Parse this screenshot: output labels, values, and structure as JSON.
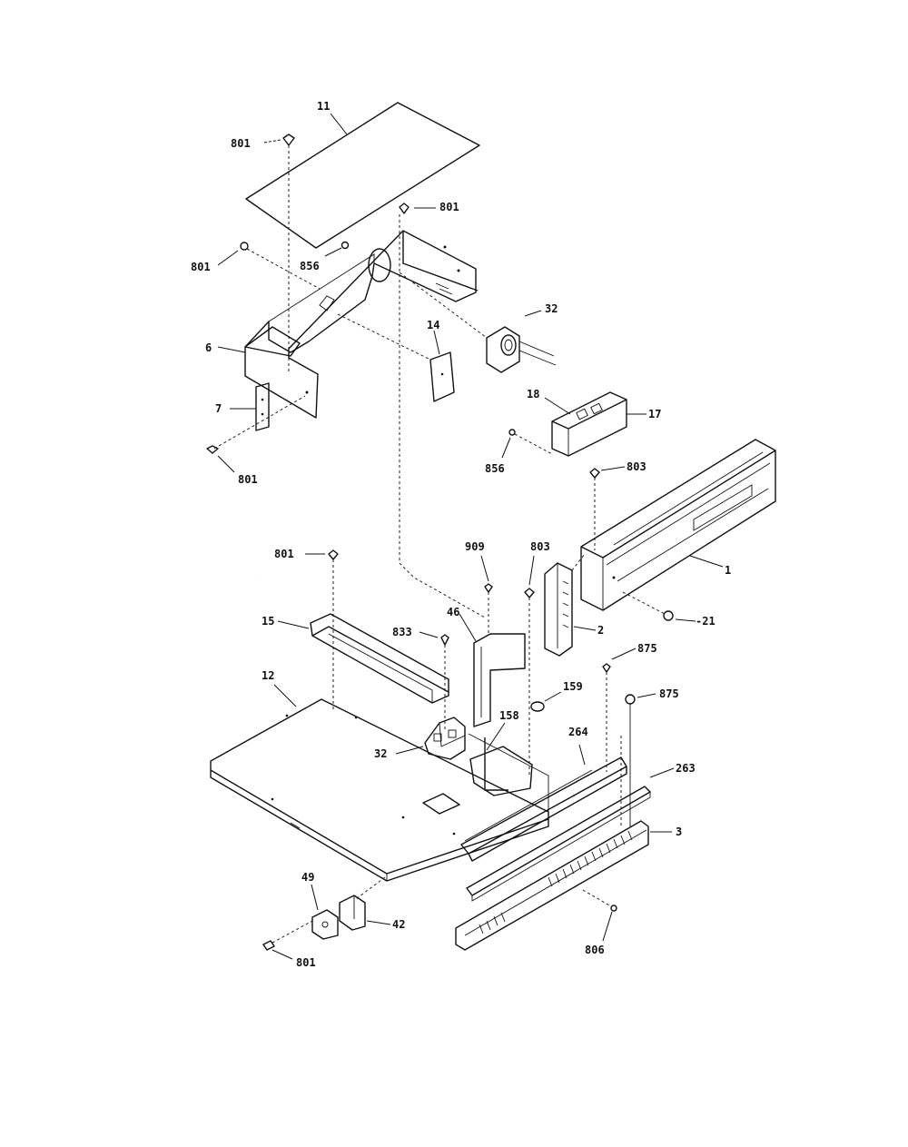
{
  "labels": {
    "l11": "11",
    "l801a": "801",
    "l801b": "801",
    "l801c": "801",
    "l856a": "856",
    "l32a": "32",
    "l14": "14",
    "l6": "6",
    "l7": "7",
    "l801d": "801",
    "l18": "18",
    "l17": "17",
    "l856b": "856",
    "l803a": "803",
    "l1": "1",
    "l21": "-21",
    "l801e": "801",
    "l909": "909",
    "l803b": "803",
    "l15": "15",
    "l833": "833",
    "l46": "46",
    "l2": "2",
    "l875a": "875",
    "l875b": "875",
    "l12": "12",
    "l159": "159",
    "l158": "158",
    "l264": "264",
    "l263": "263",
    "l32b": "32",
    "l3": "3",
    "l49": "49",
    "l42": "42",
    "l806": "806",
    "l801f": "801"
  }
}
